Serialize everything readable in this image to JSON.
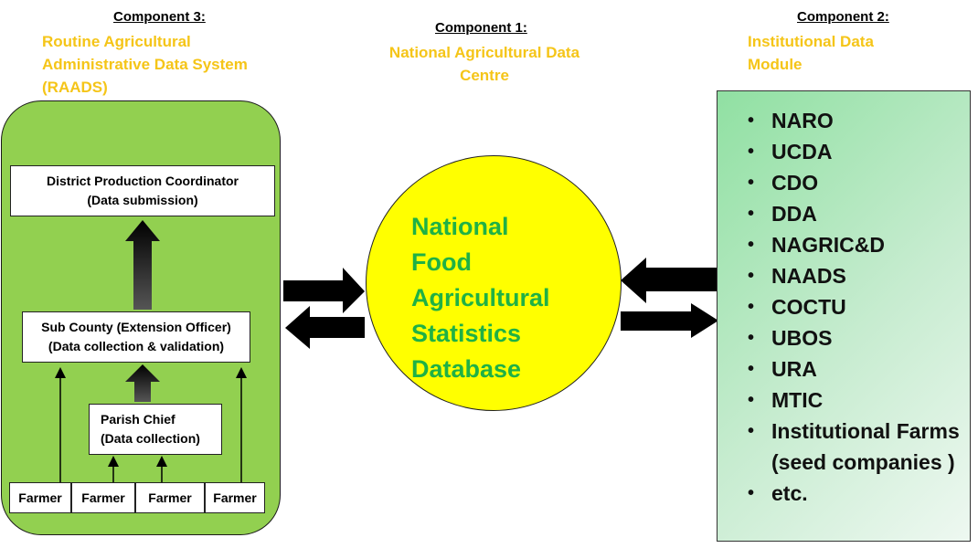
{
  "component3": {
    "label": "Component 3:",
    "title_lines": [
      "Routine Agricultural",
      "Administrative  Data System",
      "(RAADS)"
    ]
  },
  "component1": {
    "label": "Component 1:",
    "title_lines": [
      "National Agricultural Data",
      "Centre"
    ]
  },
  "component2": {
    "label": "Component 2:",
    "title_lines": [
      "Institutional Data",
      "Module"
    ]
  },
  "raads": {
    "district_box": [
      "District Production Coordinator",
      "(Data submission)"
    ],
    "subcounty_box": [
      "Sub County (Extension Officer)",
      "(Data collection & validation)"
    ],
    "parish_box": [
      "Parish Chief",
      "(Data collection)"
    ],
    "farmers": [
      "Farmer",
      "Farmer",
      "Farmer",
      "Farmer"
    ]
  },
  "database": {
    "lines": [
      "National",
      "Food",
      "Agricultural",
      "Statistics",
      "Database"
    ]
  },
  "institutions": {
    "items": [
      "NARO",
      "UCDA",
      "CDO",
      "DDA",
      "NAGRIC&D",
      "NAADS",
      "COCTU",
      "UBOS",
      "URA",
      "MTIC",
      "Institutional Farms (seed companies )",
      "etc."
    ]
  },
  "colors": {
    "raads_panel": "#92d050",
    "heading_yellow": "#f5c518",
    "database_fill": "#ffff00",
    "database_text": "#1fb145",
    "arrow": "#000000"
  }
}
